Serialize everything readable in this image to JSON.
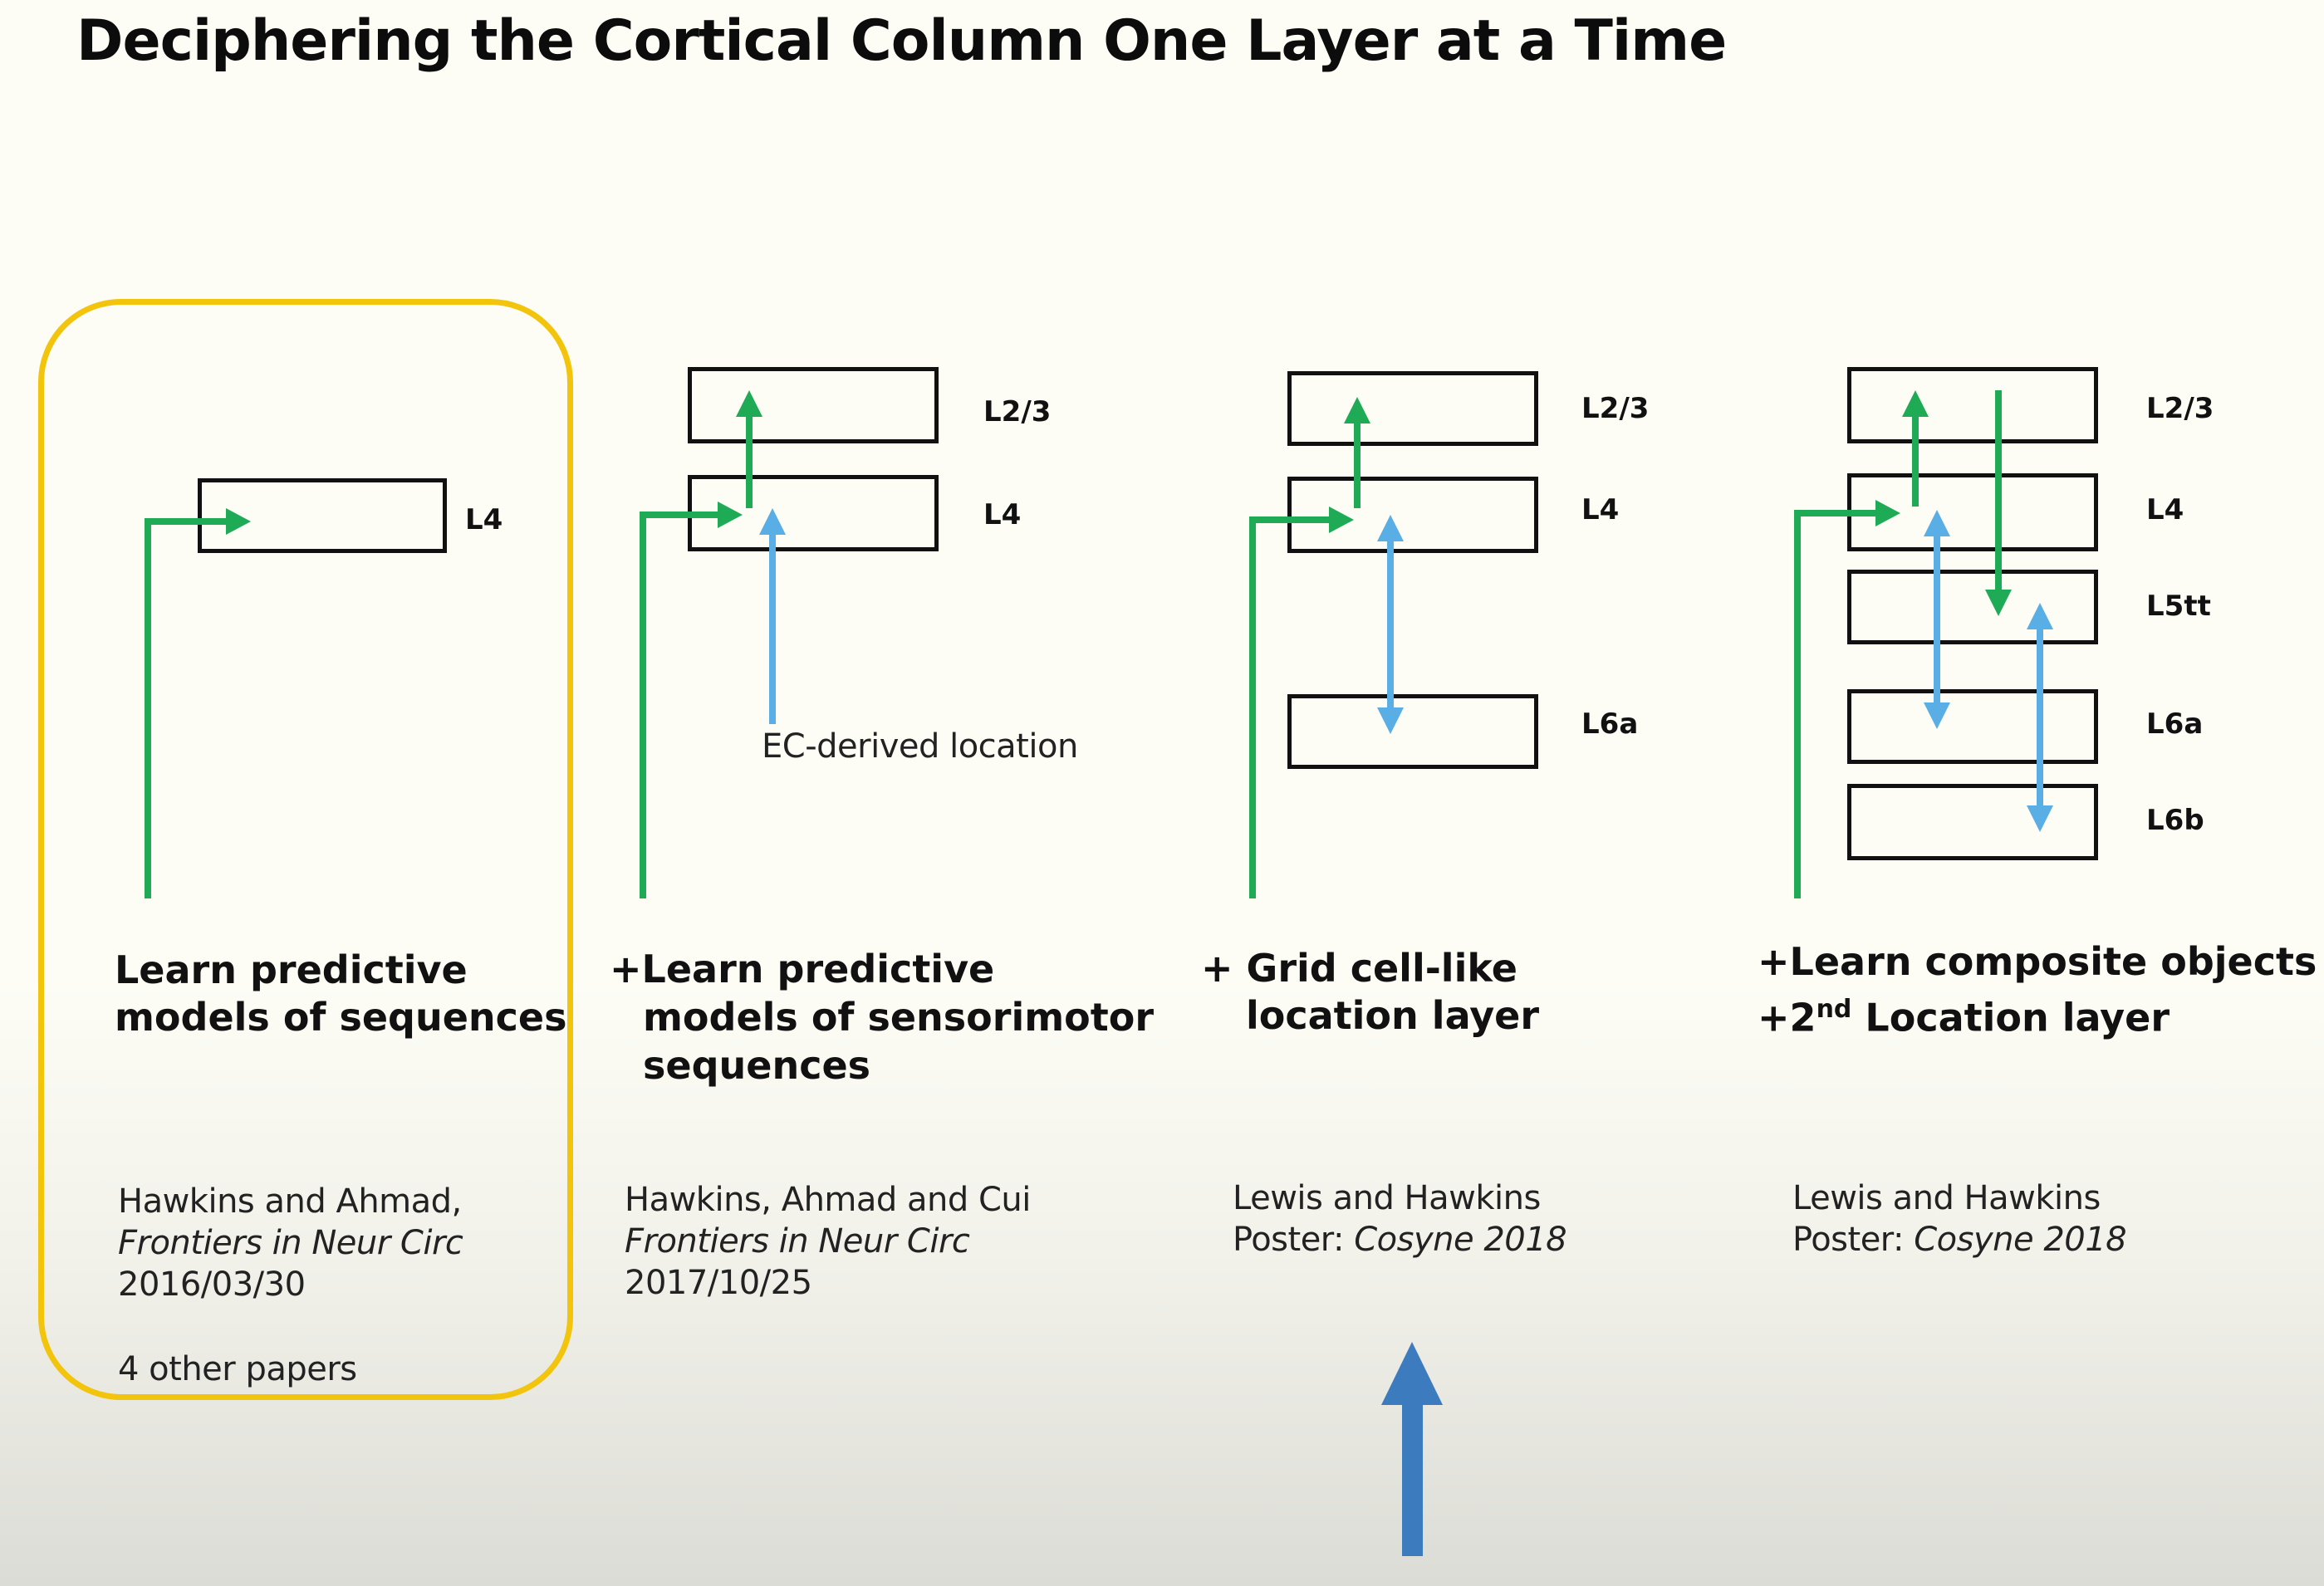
{
  "title": "Deciphering the Cortical Column One Layer at a Time",
  "colors": {
    "highlight": "#f2c40c",
    "feedforward_arrow": "#1faa55",
    "location_arrow": "#5aaee6",
    "big_arrow": "#3d7bbf",
    "box_border": "#111111"
  },
  "columns": [
    {
      "layers": [
        "L4"
      ],
      "heading": [
        "Learn predictive",
        "models of sequences"
      ],
      "reference": {
        "authors": "Hawkins and Ahmad,",
        "venue": "Frontiers in Neur Circ",
        "date": "2016/03/30",
        "extra": "4 other papers"
      }
    },
    {
      "layers": [
        "L2/3",
        "L4"
      ],
      "annotation": "EC-derived location",
      "heading": [
        "+Learn predictive",
        "models of sensorimotor",
        "sequences"
      ],
      "reference": {
        "authors": "Hawkins, Ahmad and Cui",
        "venue": "Frontiers in Neur Circ",
        "date": "2017/10/25"
      }
    },
    {
      "layers": [
        "L2/3",
        "L4",
        "L6a"
      ],
      "heading": [
        "+ Grid cell-like",
        "location layer"
      ],
      "reference": {
        "authors": "Lewis and Hawkins",
        "venue_prefix": "Poster: ",
        "venue": "Cosyne 2018"
      }
    },
    {
      "layers": [
        "L2/3",
        "L4",
        "L5tt",
        "L6a",
        "L6b"
      ],
      "heading_line1": "+Learn composite objects",
      "heading_line2_prefix": "+2",
      "heading_line2_sup": "nd",
      "heading_line2_suffix": " Location layer",
      "reference": {
        "authors": "Lewis and Hawkins",
        "venue_prefix": "Poster: ",
        "venue": "Cosyne 2018"
      }
    }
  ]
}
